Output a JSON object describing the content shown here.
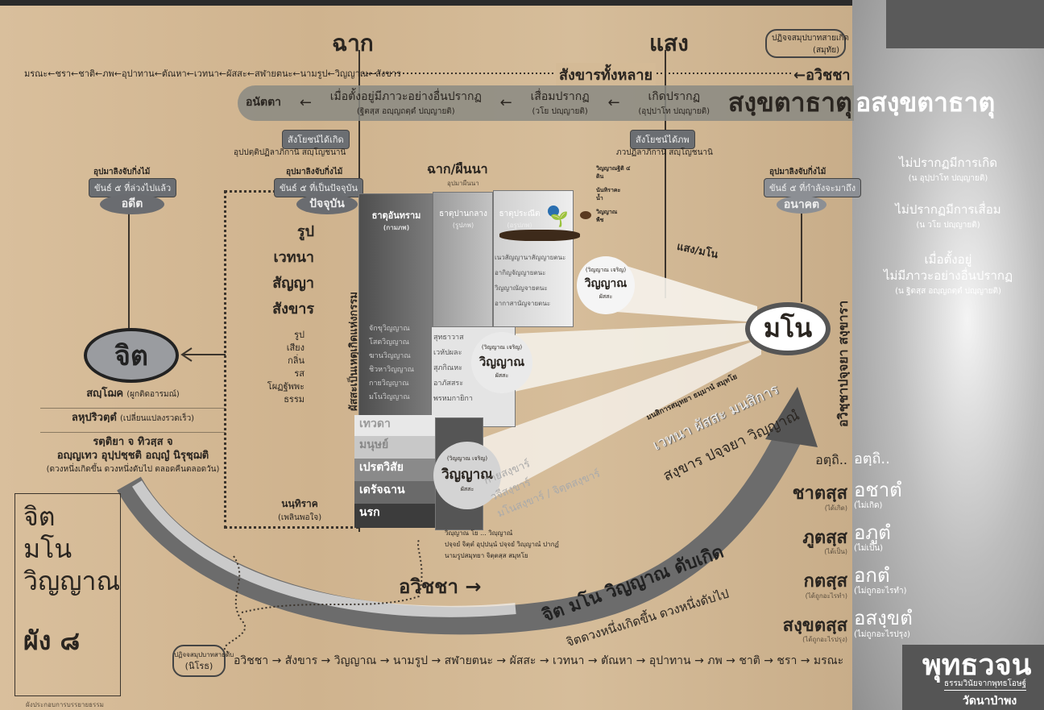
{
  "top": {
    "chak": "ฉาก",
    "saeng": "แสง",
    "chain_left": "มรณะ←ชรา←ชาติ←ภพ←อุปาทาน←ตัณหา←เวทนา←ผัสสะ←สฬายตนะ←นามรูป←วิญญาณ←สังขาร",
    "sankhara_all": "สังขารทั้งหลาย",
    "avijja": "←อวิชชา",
    "samutaya_box": "ปฏิจจสมุปบาทสายเกิด",
    "samutaya_sub": "(สมุทัย)"
  },
  "band": {
    "anatta": "อนัตตา",
    "thitassa": "เมื่อตั้งอยู่มีภาวะอย่างอื่นปรากฏ",
    "thitassa_pali": "(ฐิตสฺส อญฺญถตฺตํ ปญฺญายติ)",
    "vaya": "เสื่อมปรากฏ",
    "vaya_pali": "(วโย ปญฺญายติ)",
    "uppada": "เกิดปรากฏ",
    "uppada_pali": "(อุปฺปาโท ปญฺญายติ)",
    "sankhata": "สงฺขตาธาตุ",
    "asankhata": "อสงฺขตาธาตุ"
  },
  "fetters": {
    "birth_label": "สังโยชน์ได้เกิด",
    "birth_pali": "อุปปตฺติปฏิลาภิกานิ สญฺโญชนานิ",
    "bhava_label": "สังโยชน์ได้ภพ",
    "bhava_pali": "ภวปฏิลาภิกานิ สญฺโญชนานิ"
  },
  "past": {
    "simile": "อุปมาลิงจับกิ่งไม้",
    "box": "ขันธ์ ๕ ที่ล่วงไปแล้ว",
    "label": "อดีต"
  },
  "present": {
    "simile": "อุปมาลิงจับกิ่งไม้",
    "box": "ขันธ์ ๕ ที่เป็นปัจจุบัน",
    "label": "ปัจจุบัน"
  },
  "future": {
    "simile": "อุปมาลิงจับกิ่งไม้",
    "box": "ขันธ์ ๕ ที่กำลังจะมาถึง",
    "label": "อนาคต"
  },
  "khandha": [
    "รูป",
    "เวทนา",
    "สัญญา",
    "สังขาร"
  ],
  "senses": [
    "รูป",
    "เสียง",
    "กลิ่น",
    "รส",
    "โผฏฐัพพะ",
    "ธรรม"
  ],
  "phassa_vertical": "ผัสสะเป็นเหตุเกิดแห่งกรรม",
  "citta": {
    "label": "จิต",
    "l1": "สญฺโฌค",
    "l1_note": "(ผูกติดอารมณ์)",
    "l2": "ลหุปริวตฺตํ",
    "l2_note": "(เปลี่ยนแปลงรวดเร็ว)",
    "l3": "รตฺติยา จ ทิวสฺส จ",
    "l4": "อญฺญเทว อุปฺปชฺชติ อญฺญํ นิรุชฺฌติ",
    "l5": "(ดวงหนึ่งเกิดขึ้น ดวงหนึ่งดับไป ตลอดคืนตลอดวัน)"
  },
  "nandi": {
    "label": "นนฺทิราค",
    "note": "(เพลินพอใจ)"
  },
  "legend_box": {
    "l1": "จิต",
    "l2": "มโน",
    "l3": "วิญญาณ",
    "plan": "ผัง ๘"
  },
  "field": {
    "title": "ฉาก/ผืนนา",
    "sub": "อุปมาผืนนา",
    "col1": "ธาตุอันทราม",
    "col1_sub": "(กามภพ)",
    "col2": "ธาตุปานกลาง",
    "col2_sub": "(รูปภพ)",
    "col3": "ธาตุประณีต",
    "col3_sub": "(อรูปภพ)",
    "arupa": [
      "เนวสัญญานาสัญญายตนะ",
      "อากิญจัญญายตนะ",
      "วิญญาณัญจายตนะ",
      "อากาสานัญจายตนะ"
    ],
    "rupa": [
      "สุทธาวาส",
      "เวหัปผละ",
      "สุภกิณหะ",
      "อาภัสสระ",
      "พรหมกายิกา"
    ],
    "kama": [
      "เทวดา",
      "มนุษย์",
      "เปรตวิสัย",
      "เดรัจฉาน",
      "นรก"
    ],
    "vinnana_6": [
      "จักขุวิญญาณ",
      "โสตวิญญาณ",
      "ฆานวิญญาณ",
      "ชิวหาวิญญาณ",
      "กายวิญญาณ",
      "มโนวิญญาณ"
    ],
    "circle_top": "(วิญญาณ เจริญ)",
    "circle_main": "วิญญาณ",
    "circle_bottom": "ผัสสะ",
    "plant": [
      "วิญญาณฐิติ ๔",
      "ดิน",
      "นันทิราคะ",
      "น้ำ",
      "วิญญาณ",
      "พืช"
    ]
  },
  "light": {
    "label": "แสง/มโน",
    "mano": "มโน",
    "kaya": "กายสงฺขาร์",
    "vaci": "วจีสงฺขาร์",
    "mano_citta": "มโนสงฺขาร์ / จิตฺตสงฺขาร์",
    "manasikara_pali": "มนสิการสมุทยา ธมฺมานํ สมุทโย",
    "vedana": "เวทนา ผัสสะ มนสิการ",
    "sankhara_paccaya": "สงฺขาร ปจฺจยา วิญฺญาณํ",
    "vertical": "อวิชฺชาปจฺจยา สงฺขารา"
  },
  "roots": [
    "วิญฺญาณ โย ... วิญฺญาณํ",
    "ปจฺจยํ จิตฺตํ อุปฺปนฺนํ ปจฺจยํ วิญฺญาณํ ปากฏํ",
    "นามรูปสมุทยา จิตฺตสฺส สมุทโย"
  ],
  "arc": {
    "avijja": "อวิชชา",
    "cycle": "จิต มโน วิญญาณ ดับเกิด",
    "cycle_sub": "จิตดวงหนึ่งเกิดขึ้น ดวงหนึ่งดับไป"
  },
  "bottom": {
    "box": "ปฏิจจสมุปบาทสายดับ",
    "box_sub": "(นิโรธ)",
    "chain": "อวิชชา → สังขาร → วิญญาณ → นามรูป → สฬายตนะ → ผัสสะ → เวทนา → ตัณหา → อุปาทาน → ภพ → ชาติ → ชรา → มรณะ"
  },
  "right_list": [
    {
      "pali": "อตฺถิ..",
      "neg": "อตฺถิ..",
      "note": "",
      "neg_note": ""
    },
    {
      "pali": "ชาตสฺส",
      "neg": "อชาตํ",
      "note": "(ได้เกิด)",
      "neg_note": "(ไม่เกิด)"
    },
    {
      "pali": "ภูตสฺส",
      "neg": "อภูตํ",
      "note": "(ได้เป็น)",
      "neg_note": "(ไม่เป็น)"
    },
    {
      "pali": "กตสฺส",
      "neg": "อกตํ",
      "note": "(ได้ถูกอะไรทำ)",
      "neg_note": "(ไม่ถูกอะไรทำ)"
    },
    {
      "pali": "สงฺขตสฺส",
      "neg": "อสงฺขตํ",
      "note": "(ได้ถูกอะไรปรุง)",
      "neg_note": "(ไม่ถูกอะไรปรุง)"
    }
  ],
  "panel": {
    "t1": "ไม่ปรากฏมีการเกิด",
    "t1_pali": "(น อุปฺปาโท ปญฺญายติ)",
    "t2": "ไม่ปรากฏมีการเสื่อม",
    "t2_pali": "(น วโย ปญฺญายติ)",
    "t3a": "เมื่อตั้งอยู่",
    "t3b": "ไม่มีภาวะอย่างอื่นปรากฏ",
    "t3_pali": "(น ฐิตสฺส อญฺญถตฺตํ ปญฺญายติ)"
  },
  "brand": {
    "title": "พุทธวจน",
    "sub": "ธรรมวินัยจากพุทธโอษฐ์",
    "temple": "วัดนาป่าพง"
  },
  "footer": "ผังประกอบการบรรยายธรรม"
}
